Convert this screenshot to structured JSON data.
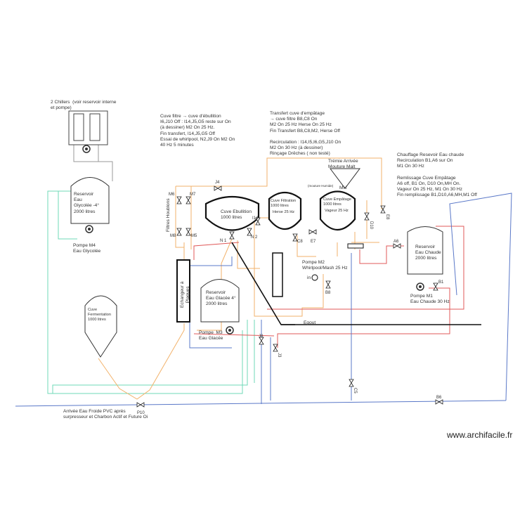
{
  "notes": {
    "chillers": "2 Chillers  (voir reservoir interne\net pompe)",
    "boil_transfer": "Cuve filtre → cuve d'ébullition\nI6,J10 Off : I14,J5,G5 reste sur On\n(à dessiner) M2 On 25 Hz.\nFin transfert, I14,J5,G5 Off\nEssai de whirlpool, N2,J9 On M2 On\n40 Hz 5 minutes",
    "mash_transfer": "Transfert cuve d'empâtage\n→ cuve filtre B8,C8 On\nM2 On 25 Hz Herse On 25 Hz\nFin Transfert B8,C8,M2, Herse Off\n\nRecirculation : I14,I5,I6,G5,J10 On\nM2 On 30 Hz (à dessiner)\nRinçage Drêches ( non testé)",
    "hot_water": "Chauffage Resevoir Eau chaude\nRecirculation B1,A6 sur On\nM1 On 30 Hz\n\nRemlissage Cuve Empâtage\nA6 off, B1 On, D10 On,MH On.\nVageur On 25 Hz, M1 On 30 Hz\nFin remplissage B1,D10,A6,MH,M1 Off",
    "cold_water": "Arrivée Eau Froide PVC après\nsurpresseur et Charbon Actif et Future Oi"
  },
  "tanks": {
    "glycol": "Reservoir\nEau\nGlycolée -4°\n2000 litres",
    "boil": "Cuve Ebullition\n1000 litres",
    "filtration": "Cuve Filtration\n1000 litres",
    "filtration_sub": "Herse 25 Hz",
    "mash": "Cuve Empâtage\n1000 litres",
    "mash_sub": "Vageur 25 Hz",
    "hot": "Reservoir\nEau Chaude\n2000 litres",
    "ice": "Reservoir\nEau Glacée 4°\n2000 litres",
    "ferm": "Cuve\nFermentation\n1000 litres"
  },
  "pumps": {
    "m4": "Pompe M4\nEau Glycolée",
    "m2": "Pompe M2\nWhirlpool/Mash 25 Hz",
    "m1": "Pompe M1\nEau Chaude 30 Hz",
    "m3": "Pompe  M3\nEau Glacée"
  },
  "hopper": "Trémie Arrivée\nMouture Malt",
  "hopper_small": "(mouture Humide)",
  "mh": "MH",
  "hop_filters": "Filtres Houblons",
  "plate_exchanger": "Echangeur à\nPlaques",
  "in_label": "in",
  "egout": "Egout",
  "watermark": "www.archifacile.fr",
  "valves": [
    "J4",
    "M6",
    "M7",
    "M8",
    "M5",
    "N 1",
    "N 2",
    "C8",
    "E7",
    "I14",
    "D10",
    "E8",
    "A6",
    "B1",
    "B8",
    "J3",
    "J8",
    "C5",
    "B6",
    "P10"
  ]
}
